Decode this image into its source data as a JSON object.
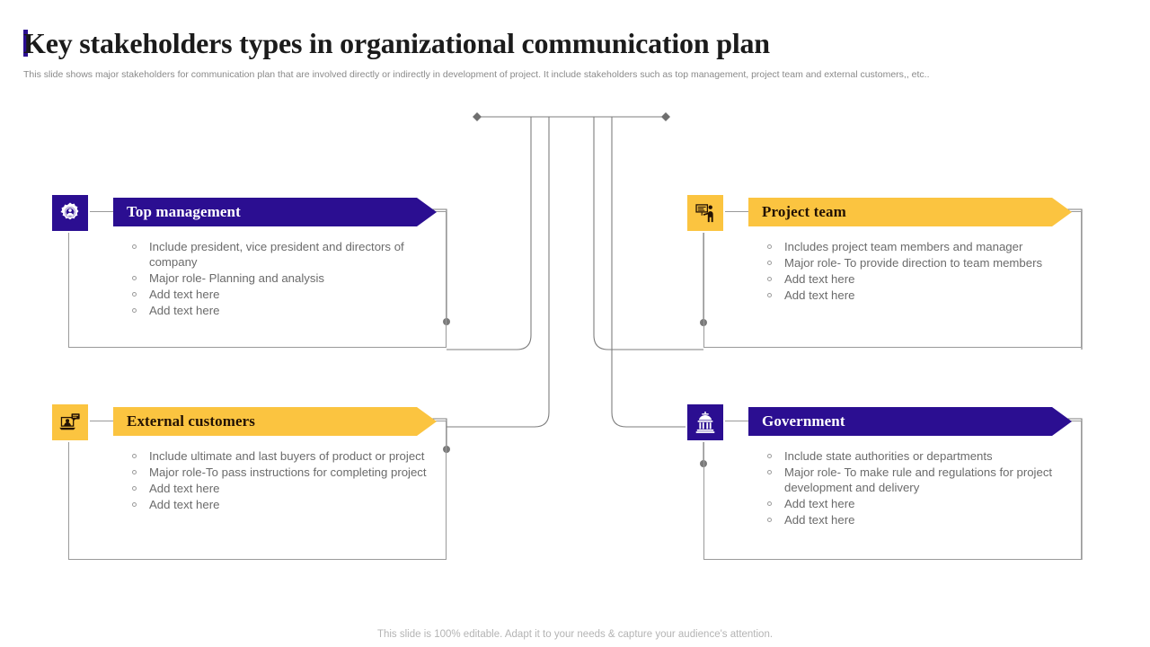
{
  "slide": {
    "title": "Key stakeholders types in organizational communication plan",
    "subtitle": "This slide shows major stakeholders for communication plan that are involved directly or indirectly in development of project. It include stakeholders such as top management, project team and external customers,, etc..",
    "footer": "This slide is 100% editable. Adapt it to your needs & capture your audience's attention."
  },
  "colors": {
    "purple": "#2B0E91",
    "yellow": "#FBC440",
    "connector": "#7d7d7d",
    "body_text": "#6b6b6b",
    "title_text": "#1b1b1b",
    "subtitle_text": "#8a8a8a"
  },
  "cards": [
    {
      "id": "top-management",
      "title": "Top management",
      "accent": "purple",
      "icon": "gear-user-icon",
      "bullets": [
        "Include president, vice president and directors of company",
        "Major  role- Planning and analysis",
        "Add text here",
        "Add text here"
      ]
    },
    {
      "id": "project-team",
      "title": "Project team",
      "accent": "yellow",
      "icon": "presentation-presenter-icon",
      "bullets": [
        "Includes project team members and manager",
        "Major  role- To provide direction to team members",
        "Add text here",
        "Add text here"
      ]
    },
    {
      "id": "external-customers",
      "title": "External customers",
      "accent": "yellow",
      "icon": "laptop-user-chat-icon",
      "bullets": [
        "Include ultimate and last buyers of product or project",
        "Major  role-To pass instructions for completing project",
        "Add text here",
        "Add text here"
      ]
    },
    {
      "id": "government",
      "title": "Government",
      "accent": "purple",
      "icon": "government-building-icon",
      "bullets": [
        "Include state authorities or departments",
        "Major  role- To make rule and regulations for project development and delivery",
        "Add text here",
        "Add text here"
      ]
    }
  ]
}
